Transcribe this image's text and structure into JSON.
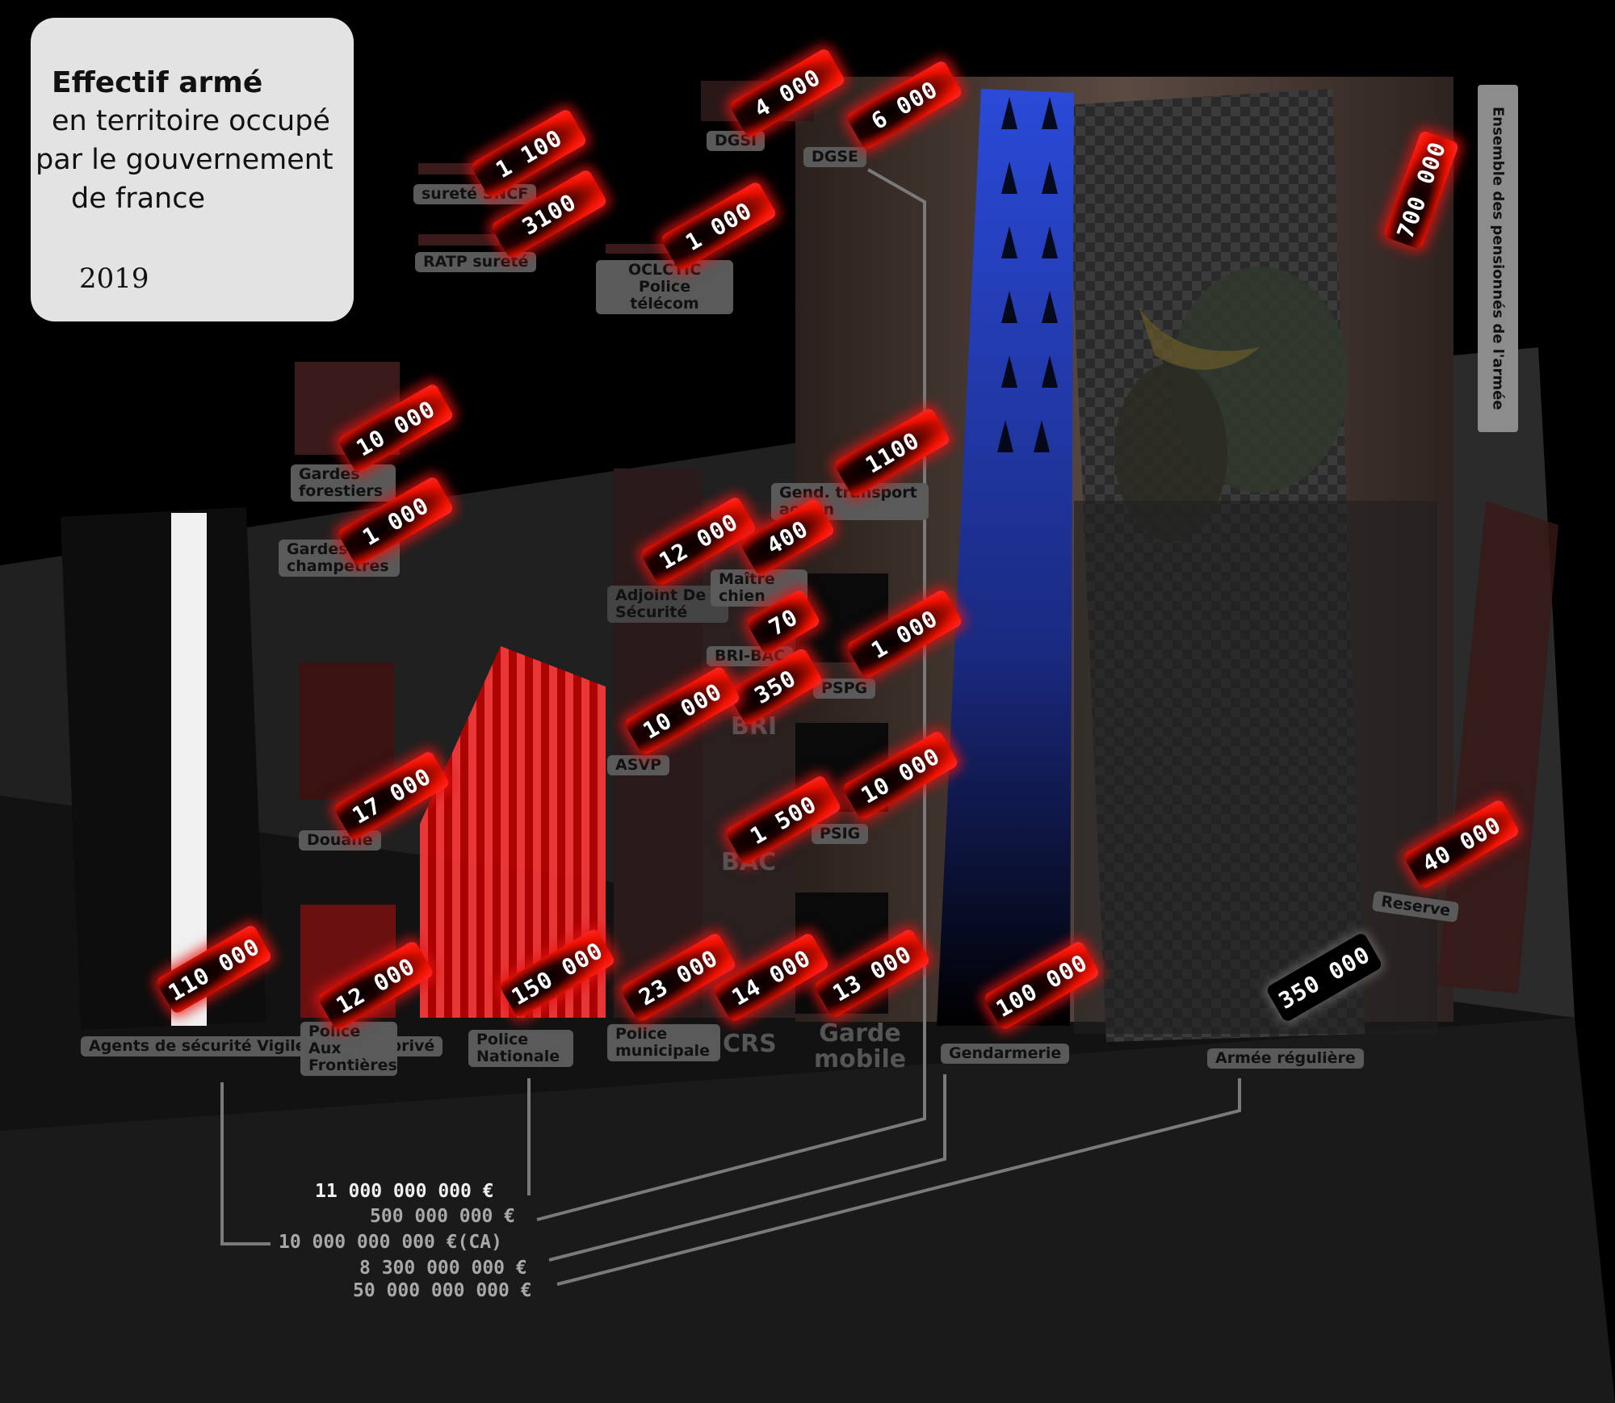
{
  "title": {
    "line1": "Effectif armé",
    "line2": "en territoire occupé",
    "line3": "par le gouvernement",
    "line4": "de france",
    "year": "2019"
  },
  "forces": [
    {
      "label": "Agents de sécurité Vigiles secteur privé",
      "value": "110 000"
    },
    {
      "label": "Police Aux Frontières",
      "value": "12 000"
    },
    {
      "label": "Police Nationale",
      "value": "150 000"
    },
    {
      "label": "Police municipale",
      "value": "23 000"
    },
    {
      "label": "CRS",
      "value": "14 000"
    },
    {
      "label": "Garde mobile",
      "value": "13 000"
    },
    {
      "label": "Gendarmerie",
      "value": "100 000"
    },
    {
      "label": "Armée régulière",
      "value": "350 000"
    },
    {
      "label": "Reserve",
      "value": "40 000"
    },
    {
      "label": "Douane",
      "value": "17 000"
    },
    {
      "label": "Gardes forestiers",
      "value": "10 000"
    },
    {
      "label": "Gardes champetres",
      "value": "1 000"
    },
    {
      "label": "sureté SNCF",
      "value": "1 100"
    },
    {
      "label": "RATP sureté",
      "value": "3100"
    },
    {
      "label": "DGSI",
      "value": "4 000"
    },
    {
      "label": "DGSE",
      "value": "6 000"
    },
    {
      "label": "OCLCTIC Police télécom",
      "value": "1 000"
    },
    {
      "label": "Adjoint De Sécurité",
      "value": "12 000"
    },
    {
      "label": "Maître chien",
      "value": "400"
    },
    {
      "label": "BRI-BAC",
      "value": "70"
    },
    {
      "label": "BRI",
      "value": "350"
    },
    {
      "label": "ASVP",
      "value": "10 000"
    },
    {
      "label": "BAC",
      "value": "1 500"
    },
    {
      "label": "Gend. transport aerien",
      "value": "1100"
    },
    {
      "label": "PSPG",
      "value": "1 000"
    },
    {
      "label": "PSIG",
      "value": "10 000"
    },
    {
      "label": "Ensemble des pensionnés de l'armée",
      "value": "700 000"
    }
  ],
  "budgets": [
    "11 000 000 000 €",
    "500 000 000 €",
    "10 000 000 000 €(CA)",
    "8 300 000 000 €",
    "50 000 000 000 €"
  ],
  "colors": {
    "accent": "#e10000",
    "panel": "#e3e3e3",
    "flag_blue": "#2a50d0"
  }
}
